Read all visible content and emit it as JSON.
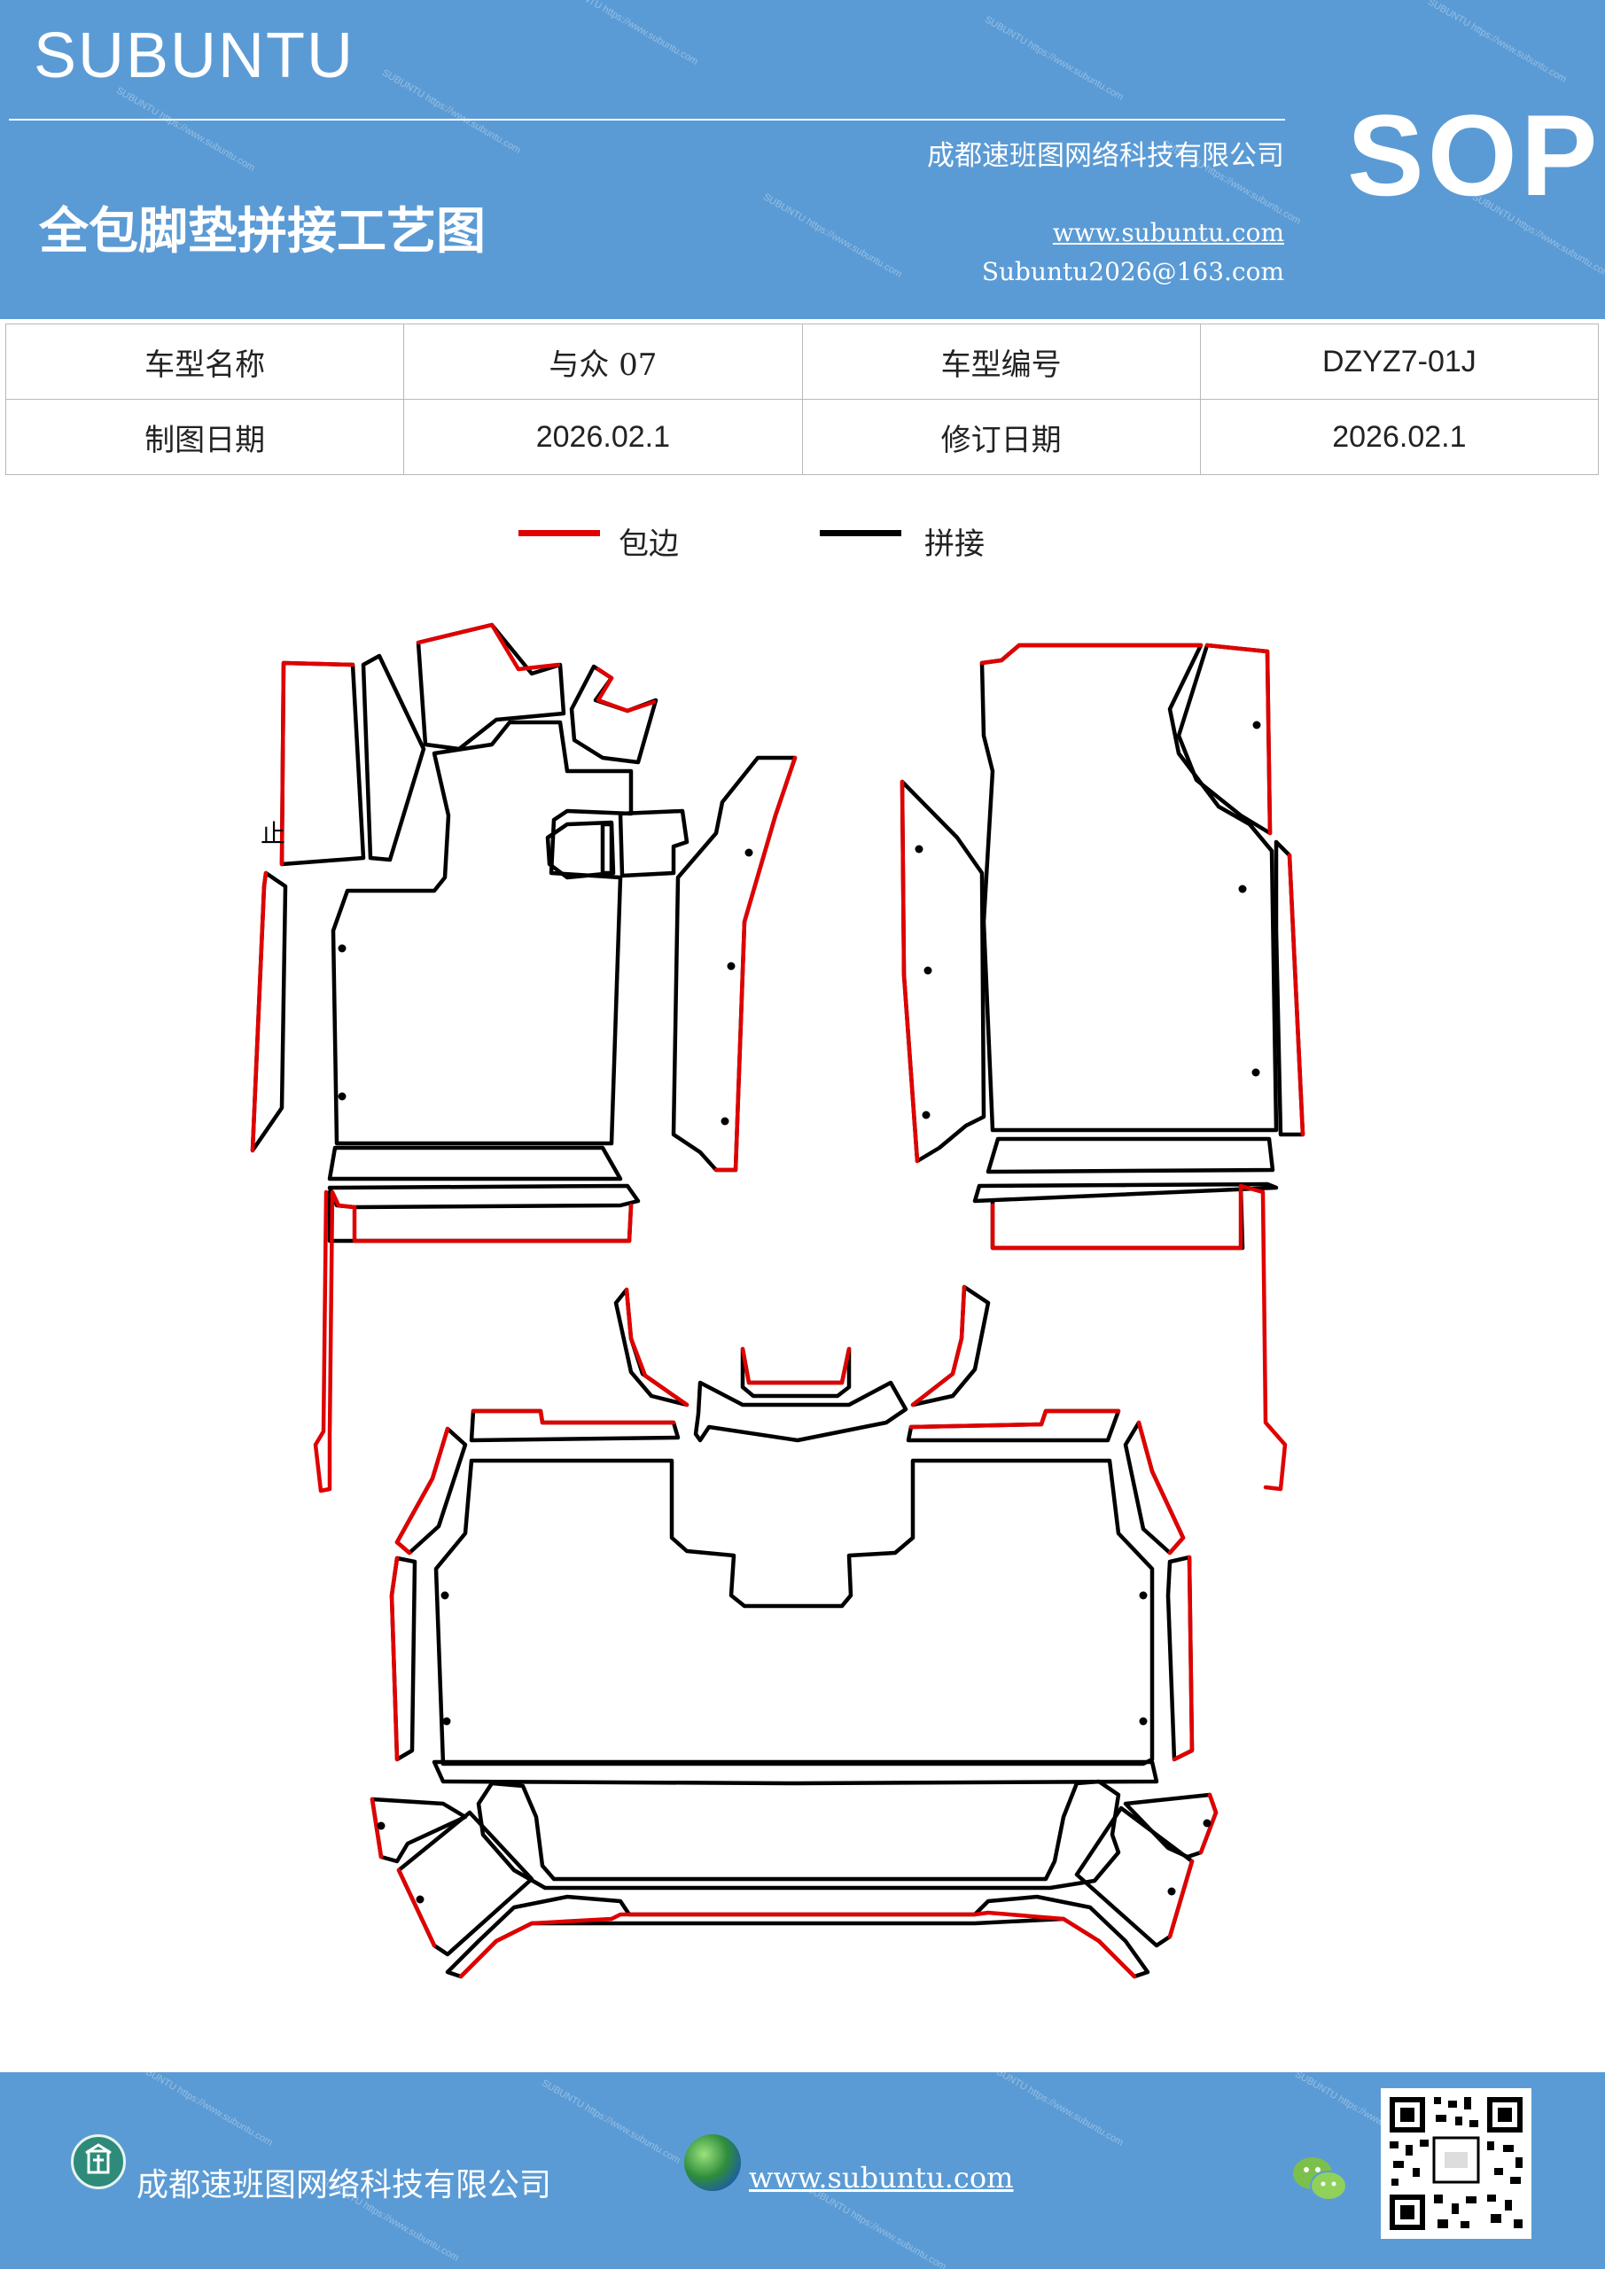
{
  "header": {
    "brand": "SUBUNTU",
    "company": "成都速班图网络科技有限公司",
    "title": "全包脚垫拼接工艺图",
    "website": "www.subuntu.com",
    "email": "Subuntu2026@163.com",
    "badge": "SOP"
  },
  "info_table": {
    "row1": {
      "label1": "车型名称",
      "value1": "与众 07",
      "label2": "车型编号",
      "value2": "DZYZ7-01J"
    },
    "row2": {
      "label1": "制图日期",
      "value1": "2026.02.1",
      "label2": "修订日期",
      "value2": "2026.02.1"
    }
  },
  "legend": {
    "edge_label": "包边",
    "edge_color": "#e00000",
    "seam_label": "拼接",
    "seam_color": "#000000"
  },
  "diagram": {
    "marker_text": "止"
  },
  "footer": {
    "company": "成都速班图网络科技有限公司",
    "website": "www.subuntu.com",
    "icons": [
      "building-icon",
      "globe-icon",
      "wechat-icon",
      "qr-code"
    ]
  }
}
